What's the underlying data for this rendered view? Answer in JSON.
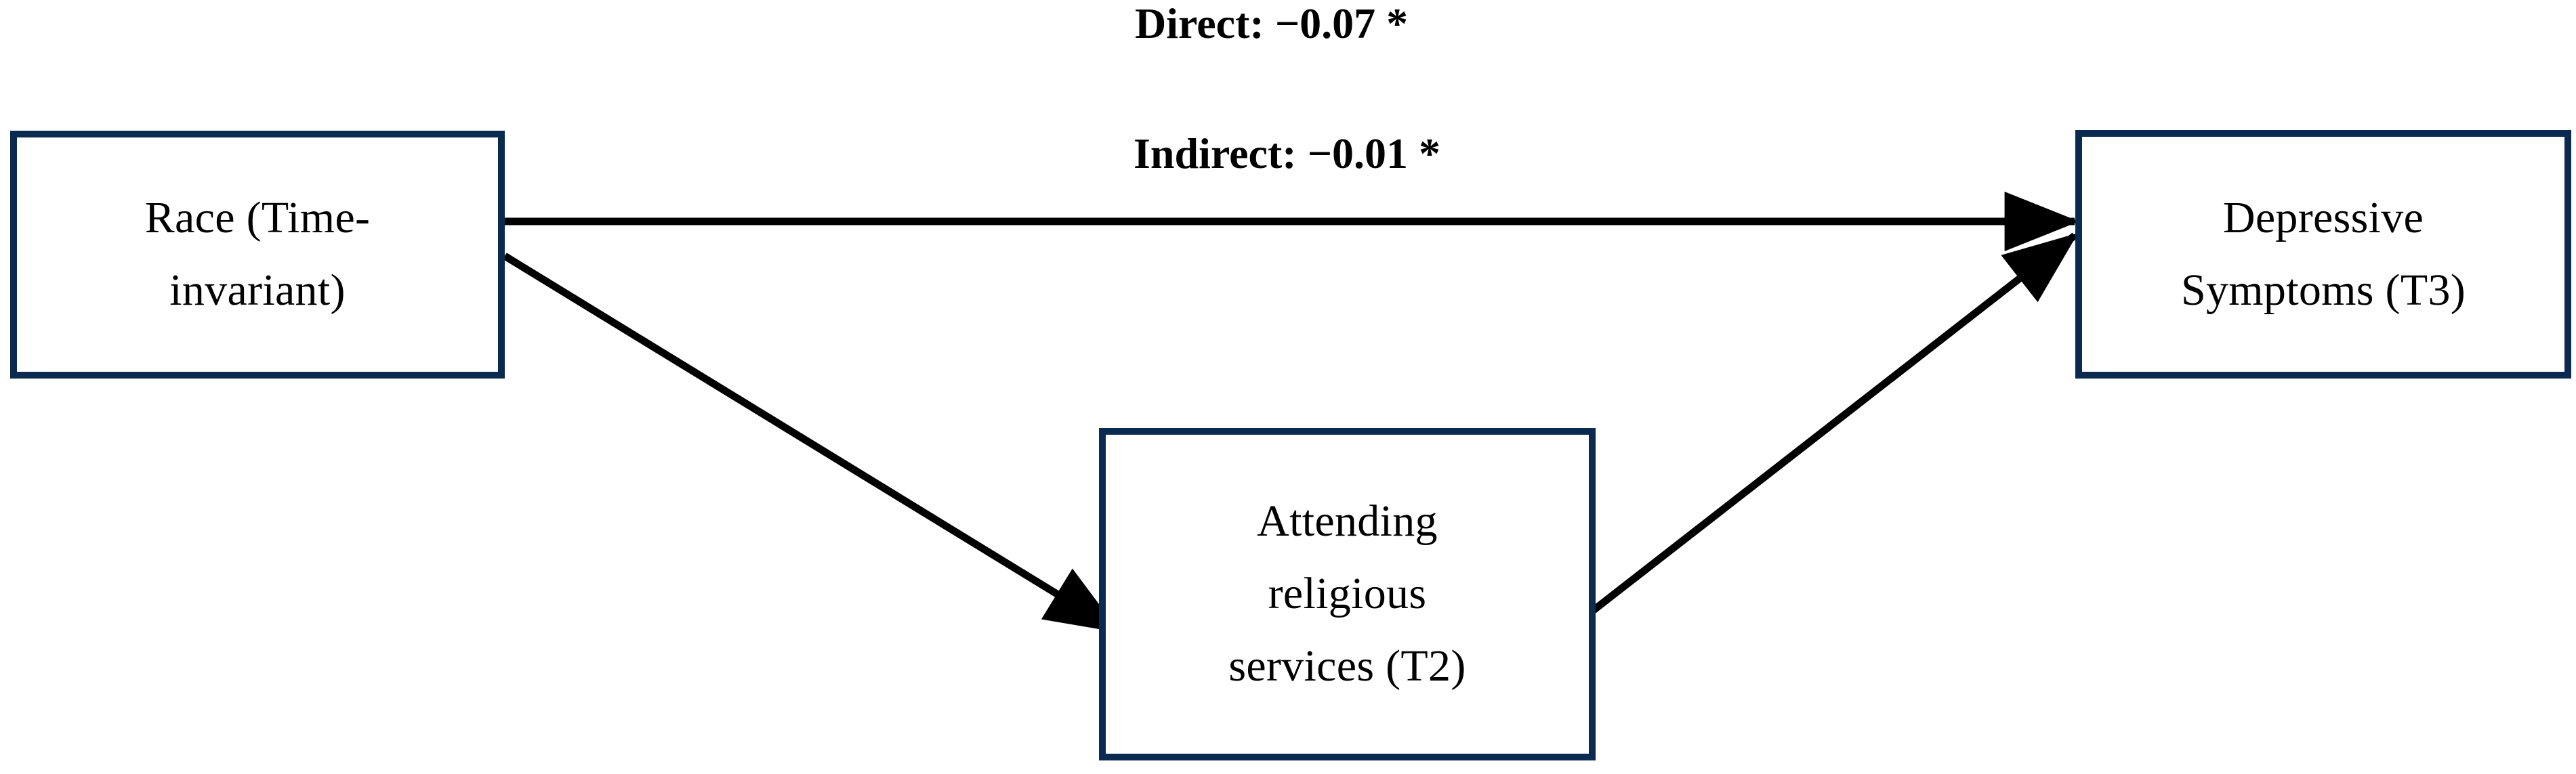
{
  "figure": {
    "type": "mediation-path-diagram",
    "background_color": "#ffffff",
    "node_border_color": "#0a2a4f",
    "edge_color": "#000000"
  },
  "nodes": {
    "race": {
      "id": "race",
      "lines": [
        "Race (Time-",
        "invariant)"
      ],
      "full_label": "Race (Time-invariant)",
      "role": "predictor"
    },
    "religious": {
      "id": "religious",
      "lines": [
        "Attending",
        "religious",
        "services (T2)"
      ],
      "full_label": "Attending religious services (T2)",
      "role": "mediator"
    },
    "depressive": {
      "id": "depressive",
      "lines": [
        "Depressive",
        "Symptoms (T3)"
      ],
      "full_label": "Depressive Symptoms (T3)",
      "role": "outcome"
    }
  },
  "edge_labels": {
    "direct": "Direct: −0.07 *",
    "indirect": "Indirect: −0.01 *"
  },
  "chart_data": {
    "type": "diagram",
    "title": "",
    "paths": [
      {
        "from": "Race (Time-invariant)",
        "to": "Depressive Symptoms (T3)",
        "label": "Direct: −0.07 *",
        "coefficient": -0.07,
        "significant": true,
        "significance_marker": "*",
        "effect_type": "direct"
      },
      {
        "from": "Race (Time-invariant)",
        "to": "Attending religious services (T2)",
        "label": "",
        "effect_type": "a-path"
      },
      {
        "from": "Attending religious services (T2)",
        "to": "Depressive Symptoms (T3)",
        "label": "",
        "effect_type": "b-path"
      },
      {
        "from": "Race (Time-invariant)",
        "to": "Depressive Symptoms (T3)",
        "via": "Attending religious services (T2)",
        "label": "Indirect: −0.01 *",
        "coefficient": -0.01,
        "significant": true,
        "significance_marker": "*",
        "effect_type": "indirect"
      }
    ]
  }
}
